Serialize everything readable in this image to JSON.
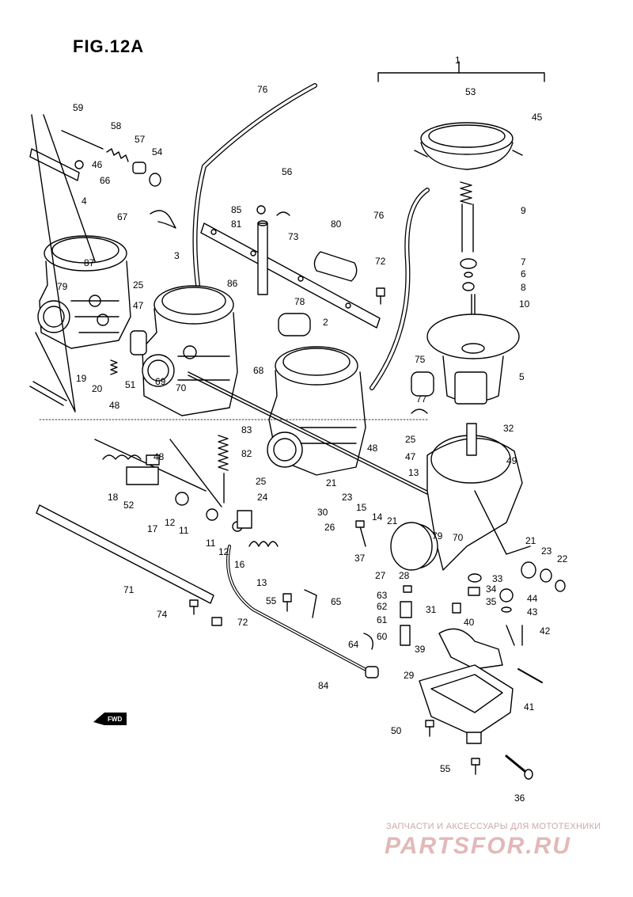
{
  "figure": {
    "title": "FIG.12A",
    "direction_badge": "FWD"
  },
  "callouts": [
    {
      "id": "c1",
      "text": "1"
    },
    {
      "id": "c53",
      "text": "53"
    },
    {
      "id": "c45",
      "text": "45"
    },
    {
      "id": "c9",
      "text": "9"
    },
    {
      "id": "c7",
      "text": "7"
    },
    {
      "id": "c6",
      "text": "6"
    },
    {
      "id": "c8",
      "text": "8"
    },
    {
      "id": "c10",
      "text": "10"
    },
    {
      "id": "c5",
      "text": "5"
    },
    {
      "id": "c76a",
      "text": "76"
    },
    {
      "id": "c76b",
      "text": "76"
    },
    {
      "id": "c59",
      "text": "59"
    },
    {
      "id": "c58",
      "text": "58"
    },
    {
      "id": "c57",
      "text": "57"
    },
    {
      "id": "c54",
      "text": "54"
    },
    {
      "id": "c46",
      "text": "46"
    },
    {
      "id": "c66",
      "text": "66"
    },
    {
      "id": "c4",
      "text": "4"
    },
    {
      "id": "c67",
      "text": "67"
    },
    {
      "id": "c87",
      "text": "87"
    },
    {
      "id": "c79a",
      "text": "79"
    },
    {
      "id": "c25a",
      "text": "25"
    },
    {
      "id": "c47a",
      "text": "47"
    },
    {
      "id": "c19",
      "text": "19"
    },
    {
      "id": "c20",
      "text": "20"
    },
    {
      "id": "c48a",
      "text": "48"
    },
    {
      "id": "c3",
      "text": "3"
    },
    {
      "id": "c51",
      "text": "51"
    },
    {
      "id": "c69",
      "text": "69"
    },
    {
      "id": "c70a",
      "text": "70"
    },
    {
      "id": "c56",
      "text": "56"
    },
    {
      "id": "c85",
      "text": "85"
    },
    {
      "id": "c81",
      "text": "81"
    },
    {
      "id": "c73",
      "text": "73"
    },
    {
      "id": "c80",
      "text": "80"
    },
    {
      "id": "c72a",
      "text": "72"
    },
    {
      "id": "c86",
      "text": "86"
    },
    {
      "id": "c78",
      "text": "78"
    },
    {
      "id": "c2",
      "text": "2"
    },
    {
      "id": "c68",
      "text": "68"
    },
    {
      "id": "c75",
      "text": "75"
    },
    {
      "id": "c77",
      "text": "77"
    },
    {
      "id": "c83",
      "text": "83"
    },
    {
      "id": "c82",
      "text": "82"
    },
    {
      "id": "c32",
      "text": "32"
    },
    {
      "id": "c25b",
      "text": "25"
    },
    {
      "id": "c47b",
      "text": "47"
    },
    {
      "id": "c48b",
      "text": "48"
    },
    {
      "id": "c49",
      "text": "49"
    },
    {
      "id": "c48c",
      "text": "48"
    },
    {
      "id": "c18",
      "text": "18"
    },
    {
      "id": "c52",
      "text": "52"
    },
    {
      "id": "c17",
      "text": "17"
    },
    {
      "id": "c12a",
      "text": "12"
    },
    {
      "id": "c11a",
      "text": "11"
    },
    {
      "id": "c25c",
      "text": "25"
    },
    {
      "id": "c24",
      "text": "24"
    },
    {
      "id": "c21a",
      "text": "21"
    },
    {
      "id": "c23a",
      "text": "23"
    },
    {
      "id": "c15",
      "text": "15"
    },
    {
      "id": "c13a",
      "text": "13"
    },
    {
      "id": "c30",
      "text": "30"
    },
    {
      "id": "c26",
      "text": "26"
    },
    {
      "id": "c14",
      "text": "14"
    },
    {
      "id": "c21b",
      "text": "21"
    },
    {
      "id": "c79b",
      "text": "79"
    },
    {
      "id": "c70b",
      "text": "70"
    },
    {
      "id": "c11b",
      "text": "11"
    },
    {
      "id": "c12b",
      "text": "12"
    },
    {
      "id": "c16",
      "text": "16"
    },
    {
      "id": "c13b",
      "text": "13"
    },
    {
      "id": "c37",
      "text": "37"
    },
    {
      "id": "c27",
      "text": "27"
    },
    {
      "id": "c28",
      "text": "28"
    },
    {
      "id": "c21c",
      "text": "21"
    },
    {
      "id": "c23b",
      "text": "23"
    },
    {
      "id": "c22",
      "text": "22"
    },
    {
      "id": "c71",
      "text": "71"
    },
    {
      "id": "c33",
      "text": "33"
    },
    {
      "id": "c34",
      "text": "34"
    },
    {
      "id": "c35",
      "text": "35"
    },
    {
      "id": "c44",
      "text": "44"
    },
    {
      "id": "c43",
      "text": "43"
    },
    {
      "id": "c63",
      "text": "63"
    },
    {
      "id": "c62",
      "text": "62"
    },
    {
      "id": "c31",
      "text": "31"
    },
    {
      "id": "c40",
      "text": "40"
    },
    {
      "id": "c42",
      "text": "42"
    },
    {
      "id": "c61",
      "text": "61"
    },
    {
      "id": "c60",
      "text": "60"
    },
    {
      "id": "c74",
      "text": "74"
    },
    {
      "id": "c72b",
      "text": "72"
    },
    {
      "id": "c55a",
      "text": "55"
    },
    {
      "id": "c65",
      "text": "65"
    },
    {
      "id": "c64",
      "text": "64"
    },
    {
      "id": "c39",
      "text": "39"
    },
    {
      "id": "c29",
      "text": "29"
    },
    {
      "id": "c84",
      "text": "84"
    },
    {
      "id": "c41",
      "text": "41"
    },
    {
      "id": "c50",
      "text": "50"
    },
    {
      "id": "c55b",
      "text": "55"
    },
    {
      "id": "c36",
      "text": "36"
    }
  ],
  "watermark": {
    "tagline": "ЗАПЧАСТИ И АКСЕССУАРЫ ДЛЯ МОТОТЕХНИКИ",
    "brand": "PARTSFOR.RU",
    "color": "#e3b8b8"
  }
}
